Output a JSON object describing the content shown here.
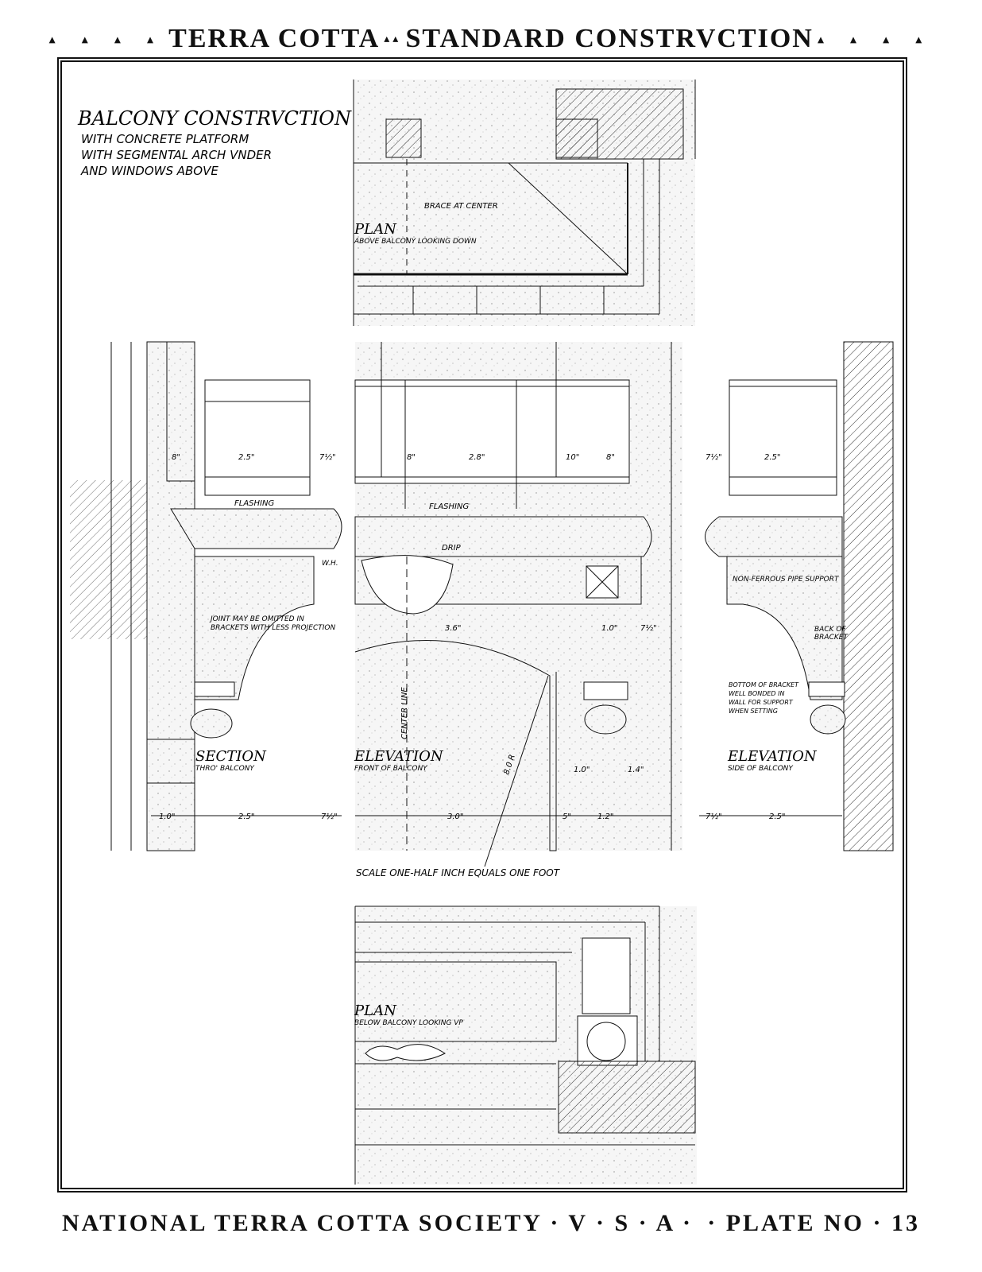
{
  "header": {
    "left_ornament": "▴ ▴ ▴ ▴",
    "title_left": "TERRA COTTA",
    "separator": "▴▴",
    "title_right": "STANDARD CONSTRVCTION",
    "right_ornament": "▴ ▴ ▴ ▴"
  },
  "title_block": {
    "title": "BALCONY CONSTRVCTION",
    "line1": "WITH CONCRETE PLATFORM",
    "line2": "WITH SEGMENTAL ARCH VNDER",
    "line3": "AND WINDOWS ABOVE"
  },
  "plan_above": {
    "title": "PLAN",
    "subtitle": "ABOVE BALCONY LOOKING DOWN",
    "note": "BRACE AT CENTER"
  },
  "section": {
    "title": "SECTION",
    "subtitle": "THRO' BALCONY",
    "flashing": "FLASHING",
    "wh": "W.H.",
    "joint_note_1": "JOINT MAY BE OMITTED IN",
    "joint_note_2": "BRACKETS WITH LESS PROJECTION",
    "dim_8": "8\"",
    "dim_25": "2.5\"",
    "dim_72": "7½\"",
    "dim_10": "1.0\"",
    "dim_25b": "2.5\"",
    "dim_72b": "7½\""
  },
  "elevation_front": {
    "title": "ELEVATION",
    "subtitle": "FRONT OF BALCONY",
    "flashing": "FLASHING",
    "drip": "DRIP",
    "center_line": "CENTER LINE",
    "radius": "8.0 R",
    "dim_8": "8\"",
    "dim_28": "2.8\"",
    "dim_10": "10\"",
    "dim_8b": "8\"",
    "dim_36": "3.6\"",
    "dim_10b": "1.0\"",
    "dim_72": "7½\"",
    "dim_10c": "1.0\"",
    "dim_14": "1.4\"",
    "dim_30": "3.0\"",
    "dim_5": "5\"",
    "dim_12": "1.2\""
  },
  "elevation_side": {
    "title": "ELEVATION",
    "subtitle": "SIDE OF BALCONY",
    "pipe_note": "NON-FERROUS PIPE SUPPORT",
    "back_note_1": "BACK OF",
    "back_note_2": "BRACKET",
    "bottom_note_1": "BOTTOM OF BRACKET",
    "bottom_note_2": "WELL BONDED IN",
    "bottom_note_3": "WALL FOR SUPPORT",
    "bottom_note_4": "WHEN SETTING",
    "dim_72": "7½\"",
    "dim_25": "2.5\"",
    "dim_72b": "7½\"",
    "dim_25b": "2.5\""
  },
  "scale_note": "SCALE ONE-HALF INCH EQUALS ONE FOOT",
  "plan_below": {
    "title": "PLAN",
    "subtitle": "BELOW BALCONY LOOKING VP"
  },
  "footer": {
    "left": "NATIONAL TERRA COTTA SOCIETY · V · S · A ·",
    "right": "· PLATE NO · 13"
  }
}
